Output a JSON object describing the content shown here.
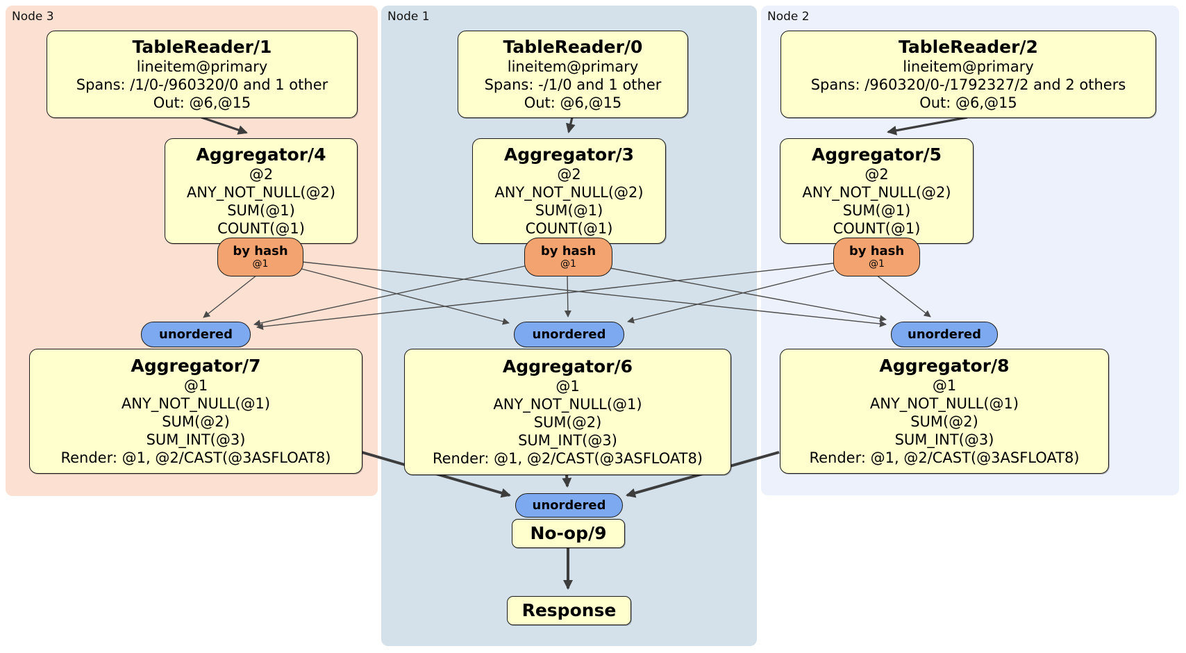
{
  "colors": {
    "node3_bg": "#fce0d1",
    "node1_bg": "#d4e1ea",
    "node2_bg": "#edf1fb",
    "processor_fill": "#ffffce",
    "router_fill": "#f3a36f",
    "sync_fill": "#7da9f1",
    "edge": "#4a4a4a",
    "edge_thick": "#3d3d3d"
  },
  "diagram": {
    "regions": [
      {
        "label": "Node 3"
      },
      {
        "label": "Node 1"
      },
      {
        "label": "Node 2"
      }
    ],
    "processors": {
      "tr1": {
        "title": "TableReader/1",
        "lines": [
          "lineitem@primary",
          "Spans: /1/0-/960320/0 and 1 other",
          "Out: @6,@15"
        ]
      },
      "tr0": {
        "title": "TableReader/0",
        "lines": [
          "lineitem@primary",
          "Spans: -/1/0 and 1 other",
          "Out: @6,@15"
        ]
      },
      "tr2": {
        "title": "TableReader/2",
        "lines": [
          "lineitem@primary",
          "Spans: /960320/0-/1792327/2 and 2 others",
          "Out: @6,@15"
        ]
      },
      "agg4": {
        "title": "Aggregator/4",
        "lines": [
          "@2",
          "ANY_NOT_NULL(@2)",
          "SUM(@1)",
          "COUNT(@1)"
        ]
      },
      "agg3": {
        "title": "Aggregator/3",
        "lines": [
          "@2",
          "ANY_NOT_NULL(@2)",
          "SUM(@1)",
          "COUNT(@1)"
        ]
      },
      "agg5": {
        "title": "Aggregator/5",
        "lines": [
          "@2",
          "ANY_NOT_NULL(@2)",
          "SUM(@1)",
          "COUNT(@1)"
        ]
      },
      "agg7": {
        "title": "Aggregator/7",
        "lines": [
          "@1",
          "ANY_NOT_NULL(@1)",
          "SUM(@2)",
          "SUM_INT(@3)",
          "Render: @1, @2/CAST(@3ASFLOAT8)"
        ]
      },
      "agg6": {
        "title": "Aggregator/6",
        "lines": [
          "@1",
          "ANY_NOT_NULL(@1)",
          "SUM(@2)",
          "SUM_INT(@3)",
          "Render: @1, @2/CAST(@3ASFLOAT8)"
        ]
      },
      "agg8": {
        "title": "Aggregator/8",
        "lines": [
          "@1",
          "ANY_NOT_NULL(@1)",
          "SUM(@2)",
          "SUM_INT(@3)",
          "Render: @1, @2/CAST(@3ASFLOAT8)"
        ]
      },
      "noop": {
        "title": "No-op/9"
      },
      "response": {
        "title": "Response"
      }
    },
    "routers": {
      "r4": {
        "label": "by hash",
        "detail": "@1"
      },
      "r3": {
        "label": "by hash",
        "detail": "@1"
      },
      "r5": {
        "label": "by hash",
        "detail": "@1"
      }
    },
    "syncs": {
      "s7": {
        "label": "unordered"
      },
      "s6": {
        "label": "unordered"
      },
      "s8": {
        "label": "unordered"
      },
      "s9": {
        "label": "unordered"
      }
    }
  }
}
